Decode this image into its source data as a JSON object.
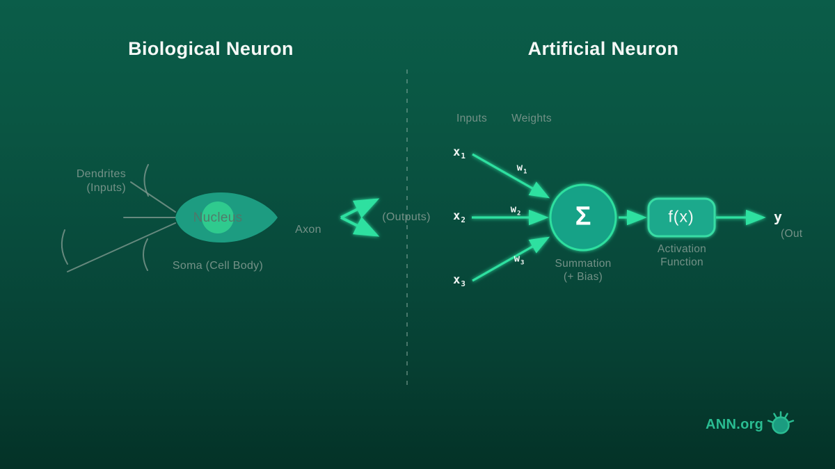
{
  "titles": {
    "left": "Biological Neuron",
    "right": "Artificial Neuron"
  },
  "biological": {
    "dendrites_line1": "Dendrites",
    "dendrites_line2": "(Inputs)",
    "nucleus": "Nucleus",
    "axon": "Axon",
    "soma": "Soma (Cell Body)",
    "outputs": "(Outputs)"
  },
  "artificial": {
    "inputs_header": "Inputs",
    "weights_header": "Weights",
    "inputs": [
      {
        "base": "x",
        "sub": "1"
      },
      {
        "base": "x",
        "sub": "2"
      },
      {
        "base": "x",
        "sub": "3"
      }
    ],
    "weights": [
      {
        "base": "w",
        "sub": "1"
      },
      {
        "base": "w",
        "sub": "2"
      },
      {
        "base": "w",
        "sub": "3"
      }
    ],
    "summation_symbol": "Σ",
    "summation_line1": "Summation",
    "summation_line2": "(+ Bias)",
    "activation_symbol": "f(x)",
    "activation_line1": "Activation",
    "activation_line2": "Function",
    "output_symbol": "y",
    "output_label": "(Out"
  },
  "brand": {
    "name": "ANN.org",
    "icon": "neuron-bug-icon"
  },
  "colors": {
    "background_top": "#0b5d49",
    "background_bottom": "#043227",
    "accent_green": "#2ee0a0",
    "shape_teal": "#17a287",
    "soma_teal": "#1d9c81",
    "nucleus_green": "#2fca8e",
    "muted_label": "#749187",
    "brand_green": "#2abd92",
    "text_white": "#f5f8f6"
  }
}
